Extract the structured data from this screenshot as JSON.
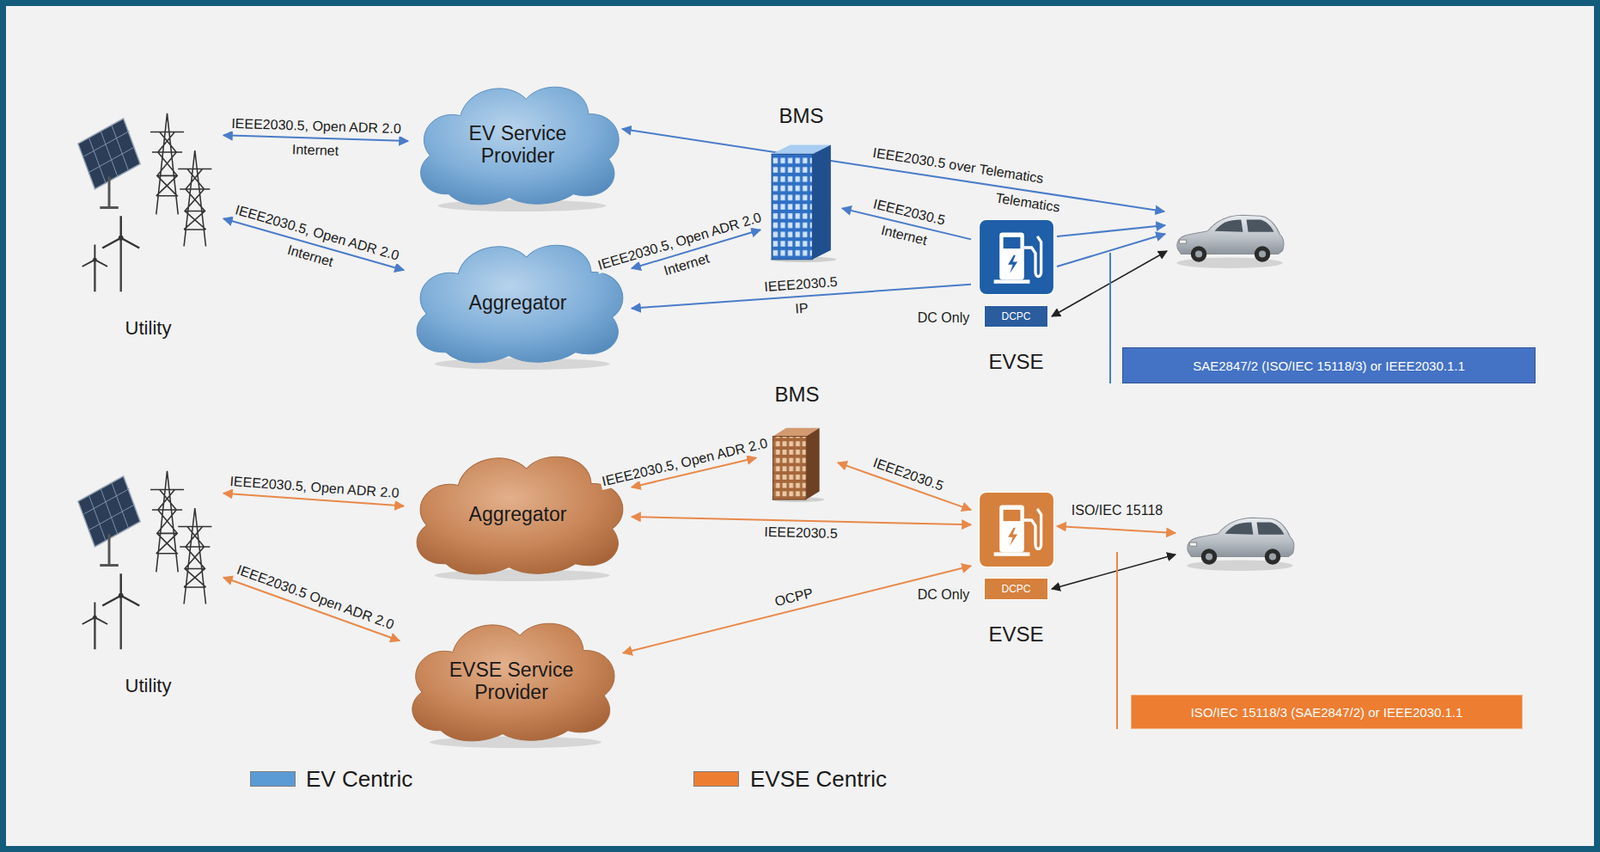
{
  "diagram": {
    "nodes": [
      {
        "text": [
          "Utility"
        ]
      },
      {
        "text": [
          "EV Service Provider"
        ]
      },
      {
        "text": [
          "BMS"
        ]
      },
      {
        "text": [
          "Aggregator"
        ]
      },
      {
        "text": [
          "EVSE"
        ]
      },
      {
        "text": [
          "DCPC"
        ],
        "in": 4
      },
      {
        "text": [
          "SAE2847/2 (ISO/IEC 15118/3) or IEEE2030.1.1"
        ]
      },
      {
        "text": [
          "Utility"
        ]
      },
      {
        "text": [
          "Aggregator"
        ]
      },
      {
        "text": [
          "BMS"
        ]
      },
      {
        "text": [
          "EVSE Service Provider"
        ]
      },
      {
        "text": [
          "EVSE"
        ]
      },
      {
        "text": [
          "DCPC"
        ],
        "in": 11
      },
      {
        "text": [
          "ISO/IEC 15118/3 (SAE2847/2) or IEEE2030.1.1"
        ]
      }
    ],
    "edges": [
      {
        "from": 0,
        "to": 1,
        "arrow": "both",
        "label": "IEEE2030.5, Open ADR 2.0"
      },
      {
        "from": 0,
        "to": 3,
        "arrow": "both",
        "label": "IEEE2030.5, Open ADR 2.0"
      },
      {
        "from": 2,
        "to": 3,
        "arrow": "both",
        "label": "IEEE2030.5, Open ADR 2.0"
      },
      {
        "from": 4,
        "to": 2,
        "arrow": "to",
        "label": "IEEE2030.5"
      },
      {
        "from": 4,
        "to": 3,
        "arrow": "to",
        "label": "IEEE2030.5"
      },
      {
        "from": 7,
        "to": 8,
        "arrow": "both",
        "label": "IEEE2030.5, Open ADR 2.0"
      },
      {
        "from": 7,
        "to": 10,
        "arrow": "both",
        "label": "IEEE2030.5 Open ADR 2.0"
      },
      {
        "from": 8,
        "to": 9,
        "arrow": "both",
        "label": "IEEE2030.5, Open ADR 2.0"
      },
      {
        "from": 9,
        "to": 11,
        "arrow": "both",
        "label": "IEEE2030.5"
      },
      {
        "from": 8,
        "to": 11,
        "arrow": "both",
        "label": "IEEE2030.5"
      },
      {
        "from": 10,
        "to": 11,
        "arrow": "both",
        "label": "OCPP"
      }
    ],
    "labels": [
      "Internet",
      "Internet",
      "Internet",
      "Internet",
      "IP",
      "IEEE2030.5  over Telematics",
      "Telematics",
      "DC Only",
      "ISO/IEC 15118",
      "DC Only"
    ],
    "legend": [
      {
        "text": "EV Centric",
        "color": "#5b9bd5"
      },
      {
        "text": "EVSE Centric",
        "color": "#ed7d31"
      }
    ]
  }
}
